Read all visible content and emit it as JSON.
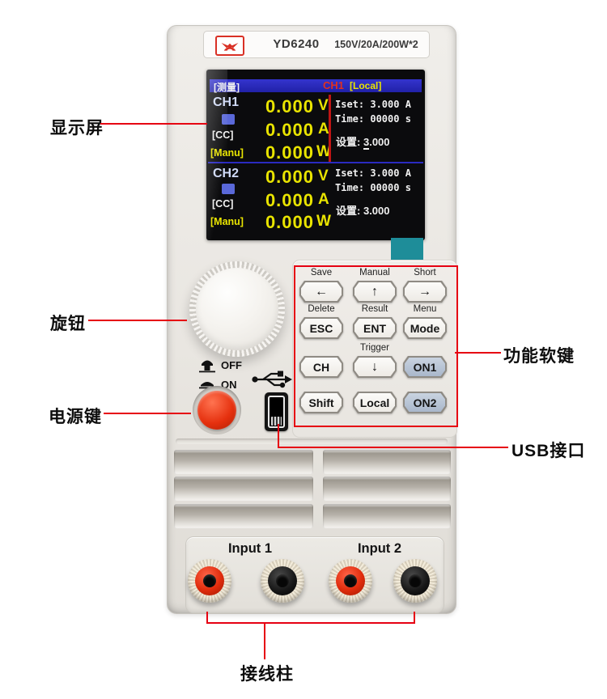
{
  "plate": {
    "model": "YD6240",
    "rating": "150V/20A/200W*2"
  },
  "screen": {
    "header": {
      "tag": "[测量]",
      "channel": "CH1",
      "mode": "[Local]"
    },
    "ch1": {
      "name": "CH1",
      "state": "[CC]",
      "trigger": "[Manu]",
      "v": "0.000",
      "v_unit": "V",
      "a": "0.000",
      "a_unit": "A",
      "w": "0.000",
      "w_unit": "W",
      "iset": "Iset: 3.000 A",
      "time": "Time: 00000 s",
      "set_label": "设置:",
      "set_int": "3",
      "set_frac": ".000"
    },
    "ch2": {
      "name": "CH2",
      "state": "[CC]",
      "trigger": "[Manu]",
      "v": "0.000",
      "v_unit": "V",
      "a": "0.000",
      "a_unit": "A",
      "w": "0.000",
      "w_unit": "W",
      "iset": "Iset: 3.000 A",
      "time": "Time: 00000 s",
      "set_label": "设置:",
      "set_value": "3.000"
    }
  },
  "keypad": {
    "keys": [
      {
        "top": "Save",
        "label": "←"
      },
      {
        "top": "Manual",
        "label": "↑"
      },
      {
        "top": "Short",
        "label": "→"
      },
      {
        "top": "Delete",
        "label": "ESC"
      },
      {
        "top": "Result",
        "label": "ENT"
      },
      {
        "top": "Menu",
        "label": "Mode"
      },
      {
        "top": "",
        "label": "CH"
      },
      {
        "top": "Trigger",
        "label": "↓"
      },
      {
        "top": "",
        "label": "ON1"
      },
      {
        "top": "",
        "label": "Shift"
      },
      {
        "top": "",
        "label": "Local"
      },
      {
        "top": "",
        "label": "ON2"
      }
    ]
  },
  "power": {
    "off": "OFF",
    "on": "ON"
  },
  "terminals": {
    "input1": "Input 1",
    "input2": "Input 2"
  },
  "annotations": {
    "display": "显示屏",
    "knob": "旋钮",
    "power": "电源键",
    "softkeys": "功能软键",
    "usb": "USB接口",
    "binding_posts": "接线柱"
  },
  "colors": {
    "annotation_red": "#e60012",
    "lcd_yellow": "#e9e400",
    "lcd_header_blue": "#2a2ac0",
    "teal_tag": "#1e8d99",
    "power_button_red": "#e5300e",
    "on_key_blue": "#b7c3d4",
    "body_gray": "#e9e6e1"
  }
}
